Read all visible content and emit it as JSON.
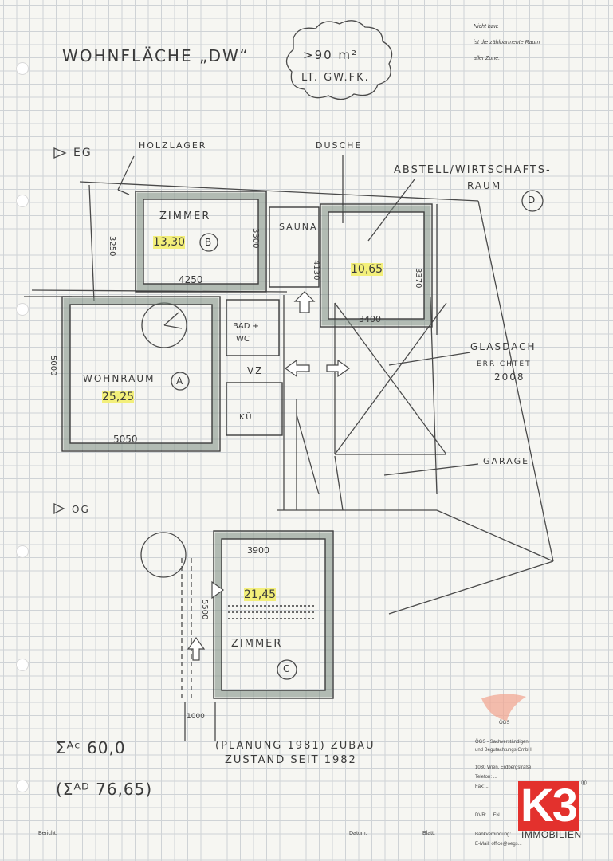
{
  "header": {
    "title": "WOHNFLÄCHE „DW“",
    "cloud_line1": ">90 m²",
    "cloud_line2": "LT. GW.FK.",
    "corner_note_1": "Nicht bzw.",
    "corner_note_2": "ist die zählbarmente Raum",
    "corner_note_3": "aller Zone."
  },
  "eg": {
    "level_label": "EG",
    "holzlager": "HOLZLAGER",
    "dusche": "DUSCHE",
    "abstell": "ABSTELL/WIRTSCHAFTS-",
    "raum": "RAUM",
    "raum_d_letter": "D",
    "zimmer_label": "ZIMMER",
    "zimmer_area": "13,30",
    "zimmer_letter": "B",
    "zimmer_dim_w": "4250",
    "zimmer_dim_left": "3250",
    "zimmer_dim_right": "3300",
    "sauna": "SAUNA",
    "sauna_dim": "4130",
    "abstell_area": "10,65",
    "abstell_dim_right": "3370",
    "abstell_dim_bottom": "3400",
    "bad_wc_1": "BAD +",
    "bad_wc_2": "WC",
    "vz": "VZ",
    "kue": "KÜ",
    "wohnraum_label": "WOHNRAUM",
    "wohnraum_letter": "A",
    "wohnraum_area": "25,25",
    "wohnraum_dim_left": "5000",
    "wohnraum_dim_bottom": "5050",
    "glasdach": "GLASDACH",
    "errichtet": "ERRICHTET",
    "errichtet_year": "2008",
    "garage": "GARAGE"
  },
  "og": {
    "level_label": "OG",
    "zimmer_dim_top": "3900",
    "zimmer_area": "21,45",
    "zimmer_dim_left": "5500",
    "zimmer_label": "ZIMMER",
    "zimmer_letter": "C",
    "dim_bottom": "1000"
  },
  "footer": {
    "sum_c": "Σᴬᶜ 60,0",
    "sum_d": "(Σᴬᴰ 76,65)",
    "note_line1": "(PLANUNG 1981) ZUBAU",
    "note_line2": "ZUSTAND SEIT 1982",
    "field_1": "Bericht:",
    "field_2": "Datum:",
    "field_3": "Blatt:",
    "stamp_line1": "ÖGS",
    "stamp_line2": "ÖGS - Sachverständigen-",
    "stamp_line3": "und Begutachtungs GmbH",
    "stamp_line4": "1030 Wien, Erdbergstraße",
    "stamp_line5": "Telefon: ...",
    "stamp_line6": "Fax: ...",
    "stamp_line7": "E-Mail: office@oegs...",
    "stamp_line8": "Bankverbindung: ...",
    "stamp_line9": "DVR: ... FN"
  },
  "brand": {
    "logo_text": "K3",
    "logo_sub": "IMMOBILIEN",
    "logo_reg": "®",
    "logo_color": "#e3312d",
    "highlight_color": "#f3ef7a"
  }
}
